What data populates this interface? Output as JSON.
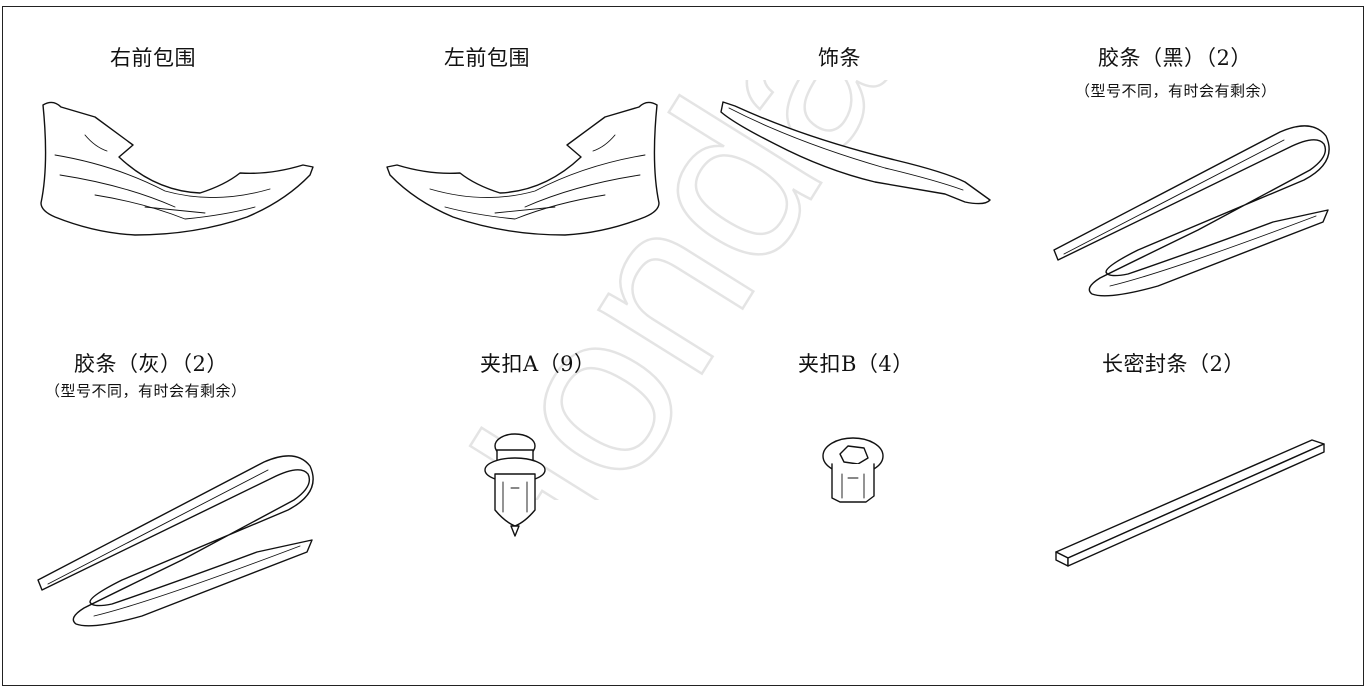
{
  "watermark": "Honda",
  "parts": [
    {
      "id": "front-bumper-right",
      "label": "右前包围",
      "icon": "front-bumper-right-drawing"
    },
    {
      "id": "front-bumper-left",
      "label": "左前包围",
      "icon": "front-bumper-left-drawing"
    },
    {
      "id": "trim-strip",
      "label": "饰条",
      "icon": "trim-strip-drawing"
    },
    {
      "id": "rubber-strip-black",
      "label": "胶条（黑）（2）",
      "note": "（型号不同，有时会有剩余）",
      "icon": "rubber-strip-coil-drawing"
    },
    {
      "id": "rubber-strip-gray",
      "label": "胶条（灰）（2）",
      "note": "（型号不同，有时会有剩余）",
      "icon": "rubber-strip-coil-drawing"
    },
    {
      "id": "clip-a",
      "label": "夹扣A（9）",
      "icon": "push-clip-drawing"
    },
    {
      "id": "clip-b",
      "label": "夹扣B（4）",
      "icon": "nut-clip-drawing"
    },
    {
      "id": "long-seal",
      "label": "长密封条（2）",
      "icon": "seal-bar-drawing"
    }
  ]
}
